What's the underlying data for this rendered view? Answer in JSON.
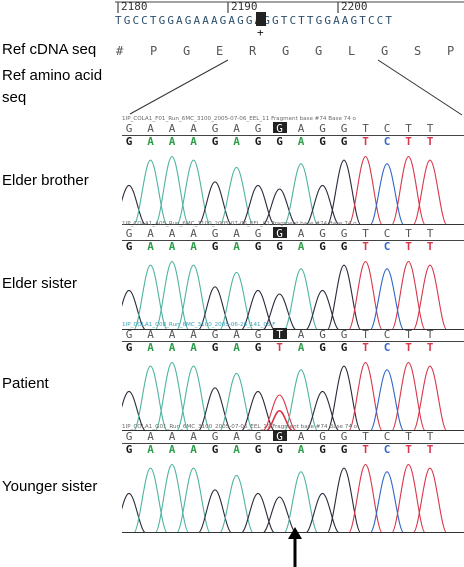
{
  "ruler": {
    "numbers": [
      "2180",
      "2190",
      "2200"
    ]
  },
  "ref_cdna_seq": "TGCCTGGAGAAAGAGGAGGTCTTGGAAGTCCT",
  "highlight_symbol": "+",
  "ref_amino_acids": [
    "P",
    "G",
    "E",
    "R",
    "G",
    "G",
    "L",
    "G",
    "S",
    "P"
  ],
  "labels": {
    "ref_cdna": "Ref cDNA seq",
    "ref_aa_line1": "Ref amino acid",
    "ref_aa_line2": "seq",
    "elder_brother": "Elder brother",
    "elder_sister": "Elder sister",
    "patient": "Patient",
    "younger_sister": "Younger sister"
  },
  "panels": [
    {
      "header": "1IP_COLA1_F01_Run_6MC_3100_2005-07-06_EEL_11 Fragment base #74  Base 74 o",
      "bases": [
        "G",
        "A",
        "A",
        "A",
        "G",
        "A",
        "G",
        "G",
        "A",
        "G",
        "G",
        "T",
        "C",
        "T",
        "T"
      ],
      "called": [
        "G",
        "A",
        "A",
        "A",
        "G",
        "A",
        "G",
        "G",
        "A",
        "G",
        "G",
        "T",
        "C",
        "T",
        "T"
      ]
    },
    {
      "header": "1IP_COLA1_A05_Run_6MC_3100_2005-07-06_EEL_01 Fragment base #74  Base 74 o",
      "bases": [
        "G",
        "A",
        "A",
        "A",
        "G",
        "A",
        "G",
        "G",
        "A",
        "G",
        "G",
        "T",
        "C",
        "T",
        "T"
      ],
      "called": [
        "G",
        "A",
        "A",
        "A",
        "G",
        "A",
        "G",
        "G",
        "A",
        "G",
        "G",
        "T",
        "C",
        "T",
        "T"
      ]
    },
    {
      "header": "1IP_COLA1_C08_Run_6MC_3100_2005-06-28_141_05 F",
      "bases": [
        "G",
        "A",
        "A",
        "A",
        "G",
        "A",
        "G",
        "T",
        "A",
        "G",
        "G",
        "T",
        "C",
        "T",
        "T"
      ],
      "called": [
        "G",
        "A",
        "A",
        "A",
        "G",
        "A",
        "G",
        "T",
        "A",
        "G",
        "G",
        "T",
        "C",
        "T",
        "T"
      ]
    },
    {
      "header": "1IP_COLA1_G01_Run_6MC_3100_2005-07-06_EEL_19 Fragment base #74  Base 74 o",
      "bases": [
        "G",
        "A",
        "A",
        "A",
        "G",
        "A",
        "G",
        "G",
        "A",
        "G",
        "G",
        "T",
        "C",
        "T",
        "T"
      ],
      "called": [
        "G",
        "A",
        "A",
        "A",
        "G",
        "A",
        "G",
        "G",
        "A",
        "G",
        "G",
        "T",
        "C",
        "T",
        "T"
      ]
    }
  ],
  "colors": {
    "G": "#1a1a1a",
    "A": "#2e9e4a",
    "T": "#d9364a",
    "C": "#2f68c8",
    "highlight": "#222222",
    "seq_text": "#2b4f6c"
  },
  "arrow": {
    "icon": "up-arrow-icon"
  }
}
